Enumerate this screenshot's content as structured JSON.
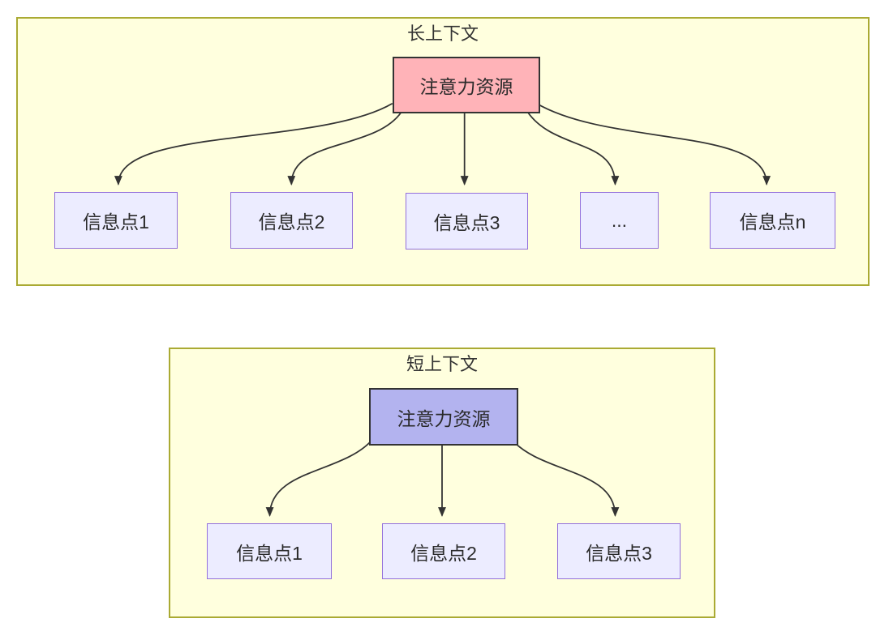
{
  "colors": {
    "container_fill": "#ffffde",
    "container_stroke": "#aaaa33",
    "node_fill": "#ececff",
    "node_stroke": "#9370db",
    "attention_long_fill": "#ffb3b8",
    "attention_short_fill": "#b3b3ef",
    "edge_color": "#333333"
  },
  "long_context": {
    "title": "长上下文",
    "attention_label": "注意力资源",
    "nodes": [
      {
        "label": "信息点1"
      },
      {
        "label": "信息点2"
      },
      {
        "label": "信息点3"
      },
      {
        "label": "..."
      },
      {
        "label": "信息点n"
      }
    ]
  },
  "short_context": {
    "title": "短上下文",
    "attention_label": "注意力资源",
    "nodes": [
      {
        "label": "信息点1"
      },
      {
        "label": "信息点2"
      },
      {
        "label": "信息点3"
      }
    ]
  }
}
